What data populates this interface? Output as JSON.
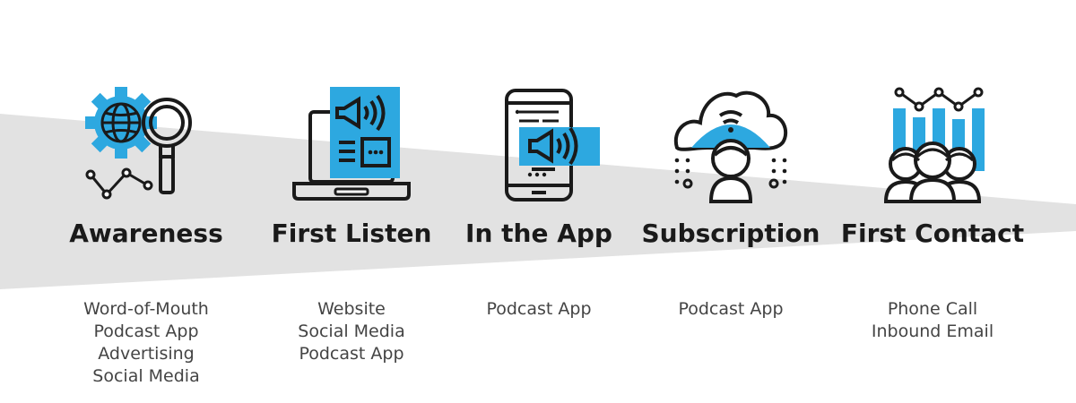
{
  "colors": {
    "accent": "#2da8e0",
    "ink": "#1a1a1a",
    "band": "#e2e2e2",
    "text": "#444444"
  },
  "stages": [
    {
      "id": "awareness",
      "icon": "globe-gear-magnifier-icon",
      "title": "Awareness",
      "channels": [
        "Word-of-Mouth",
        "Podcast App",
        "Advertising",
        "Social Media"
      ]
    },
    {
      "id": "first-listen",
      "icon": "laptop-megaphone-icon",
      "title": "First Listen",
      "channels": [
        "Website",
        "Social Media",
        "Podcast App"
      ]
    },
    {
      "id": "in-the-app",
      "icon": "smartphone-megaphone-icon",
      "title": "In the App",
      "channels": [
        "Podcast App"
      ]
    },
    {
      "id": "subscription",
      "icon": "cloud-user-signal-icon",
      "title": "Subscription",
      "channels": [
        "Podcast App"
      ]
    },
    {
      "id": "first-contact",
      "icon": "audience-chart-icon",
      "title": "First Contact",
      "channels": [
        "Phone Call",
        "Inbound Email"
      ]
    }
  ]
}
